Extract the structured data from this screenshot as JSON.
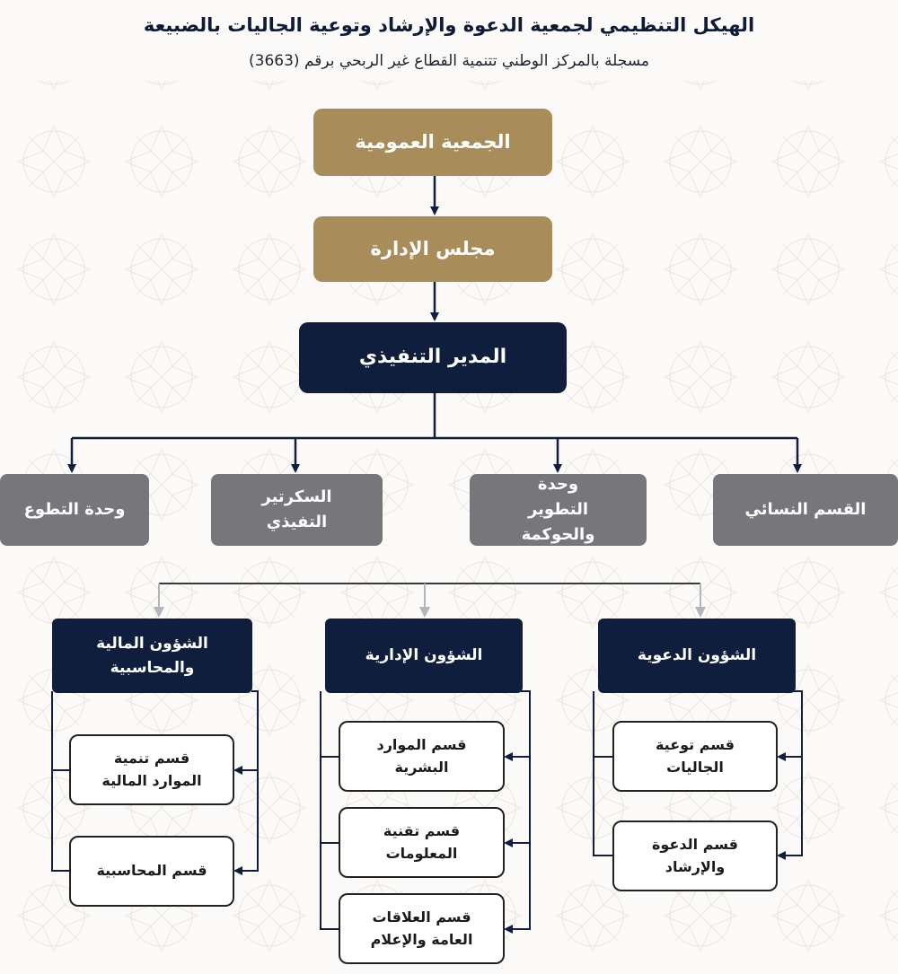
{
  "header": {
    "title": "الهيكل التنظيمي لجمعية الدعوة والإرشاد وتوعية الجاليات بالضبيعة",
    "subtitle": "مسجلة بالمركز الوطني تتنمية القطاع غير الربحي برقم (3663)"
  },
  "chart": {
    "general_assembly": "الجمعية العمومية",
    "board": "مجلس الإدارة",
    "executive_director": "المدير التنفيذي",
    "units": [
      "القسم النسائي",
      "وحدة التطوير والحوكمة",
      "السكرتير التفيذي",
      "وحدة التطوع"
    ],
    "departments": [
      {
        "name": "الشؤون الدعوية",
        "sections": [
          "قسم توعية الجاليات",
          "قسم الدعوة والإرشاد"
        ]
      },
      {
        "name": "الشؤون الإدارية",
        "sections": [
          "قسم الموارد البشرية",
          "قسم تقنية المعلومات",
          "قسم العلاقات العامة والإعلام"
        ]
      },
      {
        "name": "الشؤون المالية والمحاسبية",
        "sections": [
          "قسم تنمية الموارد المالية",
          "قسم المحاسبية"
        ]
      }
    ]
  },
  "colors": {
    "gold": "#a88c59",
    "navy": "#0f1e3d",
    "gray": "#77767b",
    "background": "#fbfaf8"
  }
}
